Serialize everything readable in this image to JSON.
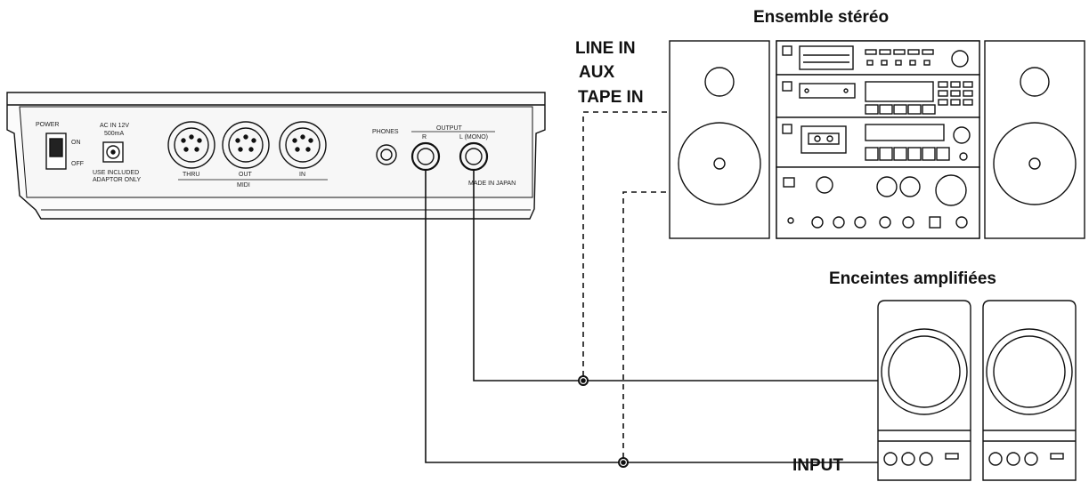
{
  "labels": {
    "stereo_title": "Ensemble stéréo",
    "powered_title": "Enceintes amplifiées",
    "line_in": "LINE IN",
    "aux": "AUX",
    "tape_in": "TAPE IN",
    "input": "INPUT"
  },
  "panel": {
    "power": "POWER",
    "on": "ON",
    "off": "OFF",
    "ac_rating": "AC IN 12V",
    "ac_current": "500mA",
    "adaptor_note1": "USE INCLUDED",
    "adaptor_note2": "ADAPTOR ONLY",
    "thru": "THRU",
    "out": "OUT",
    "in": "IN",
    "midi": "MIDI",
    "phones": "PHONES",
    "output": "OUTPUT",
    "r": "R",
    "l_mono": "L (MONO)",
    "made_in": "MADE IN JAPAN"
  },
  "colors": {
    "line": "#111111",
    "panel_fill": "#f4f4f4"
  }
}
